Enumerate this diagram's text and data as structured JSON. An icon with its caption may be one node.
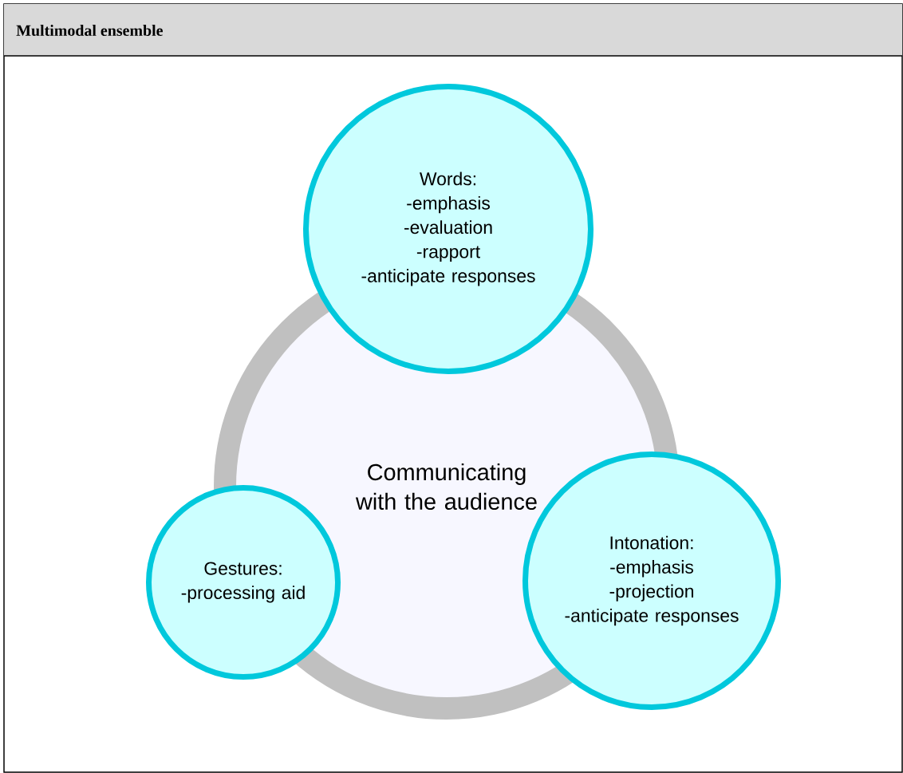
{
  "diagram": {
    "nodes": [
      {
        "text": [
          "Multimodal ensemble"
        ]
      },
      {
        "text": [
          "Communicating with the audience"
        ]
      },
      {
        "text": [
          "Words:",
          "-emphasis",
          "-evaluation",
          "-rapport",
          "-anticipate responses"
        ]
      },
      {
        "text": [
          "Gestures:",
          "-processing aid"
        ]
      },
      {
        "text": [
          "Intonation:",
          "-emphasis",
          "-projection",
          "-anticipate responses"
        ]
      }
    ]
  }
}
